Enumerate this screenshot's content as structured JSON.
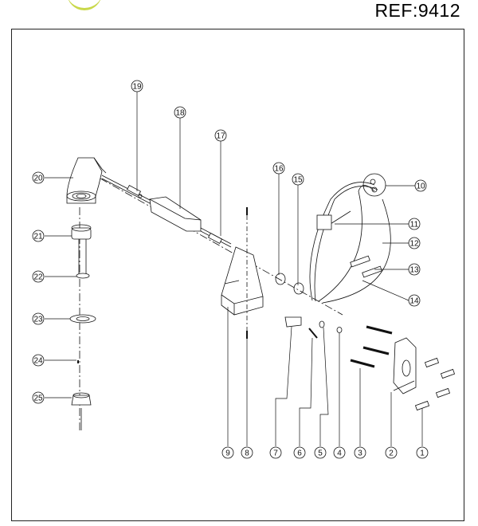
{
  "header": {
    "ref": "REF:9412"
  },
  "brand": {
    "accent": "#c9d84a"
  },
  "callouts": [
    {
      "id": "1",
      "label": "1"
    },
    {
      "id": "2",
      "label": "2"
    },
    {
      "id": "3",
      "label": "3"
    },
    {
      "id": "4",
      "label": "4"
    },
    {
      "id": "5",
      "label": "5"
    },
    {
      "id": "6",
      "label": "6"
    },
    {
      "id": "7",
      "label": "7"
    },
    {
      "id": "8",
      "label": "8"
    },
    {
      "id": "9",
      "label": "9"
    },
    {
      "id": "10",
      "label": "10"
    },
    {
      "id": "11",
      "label": "11"
    },
    {
      "id": "12",
      "label": "12"
    },
    {
      "id": "13",
      "label": "13"
    },
    {
      "id": "14",
      "label": "14"
    },
    {
      "id": "15",
      "label": "15"
    },
    {
      "id": "16",
      "label": "16"
    },
    {
      "id": "17",
      "label": "17"
    },
    {
      "id": "18",
      "label": "18"
    },
    {
      "id": "19",
      "label": "19"
    },
    {
      "id": "20",
      "label": "20"
    },
    {
      "id": "21",
      "label": "21"
    },
    {
      "id": "22",
      "label": "22"
    },
    {
      "id": "23",
      "label": "23"
    },
    {
      "id": "24",
      "label": "24"
    },
    {
      "id": "25",
      "label": "25"
    }
  ]
}
